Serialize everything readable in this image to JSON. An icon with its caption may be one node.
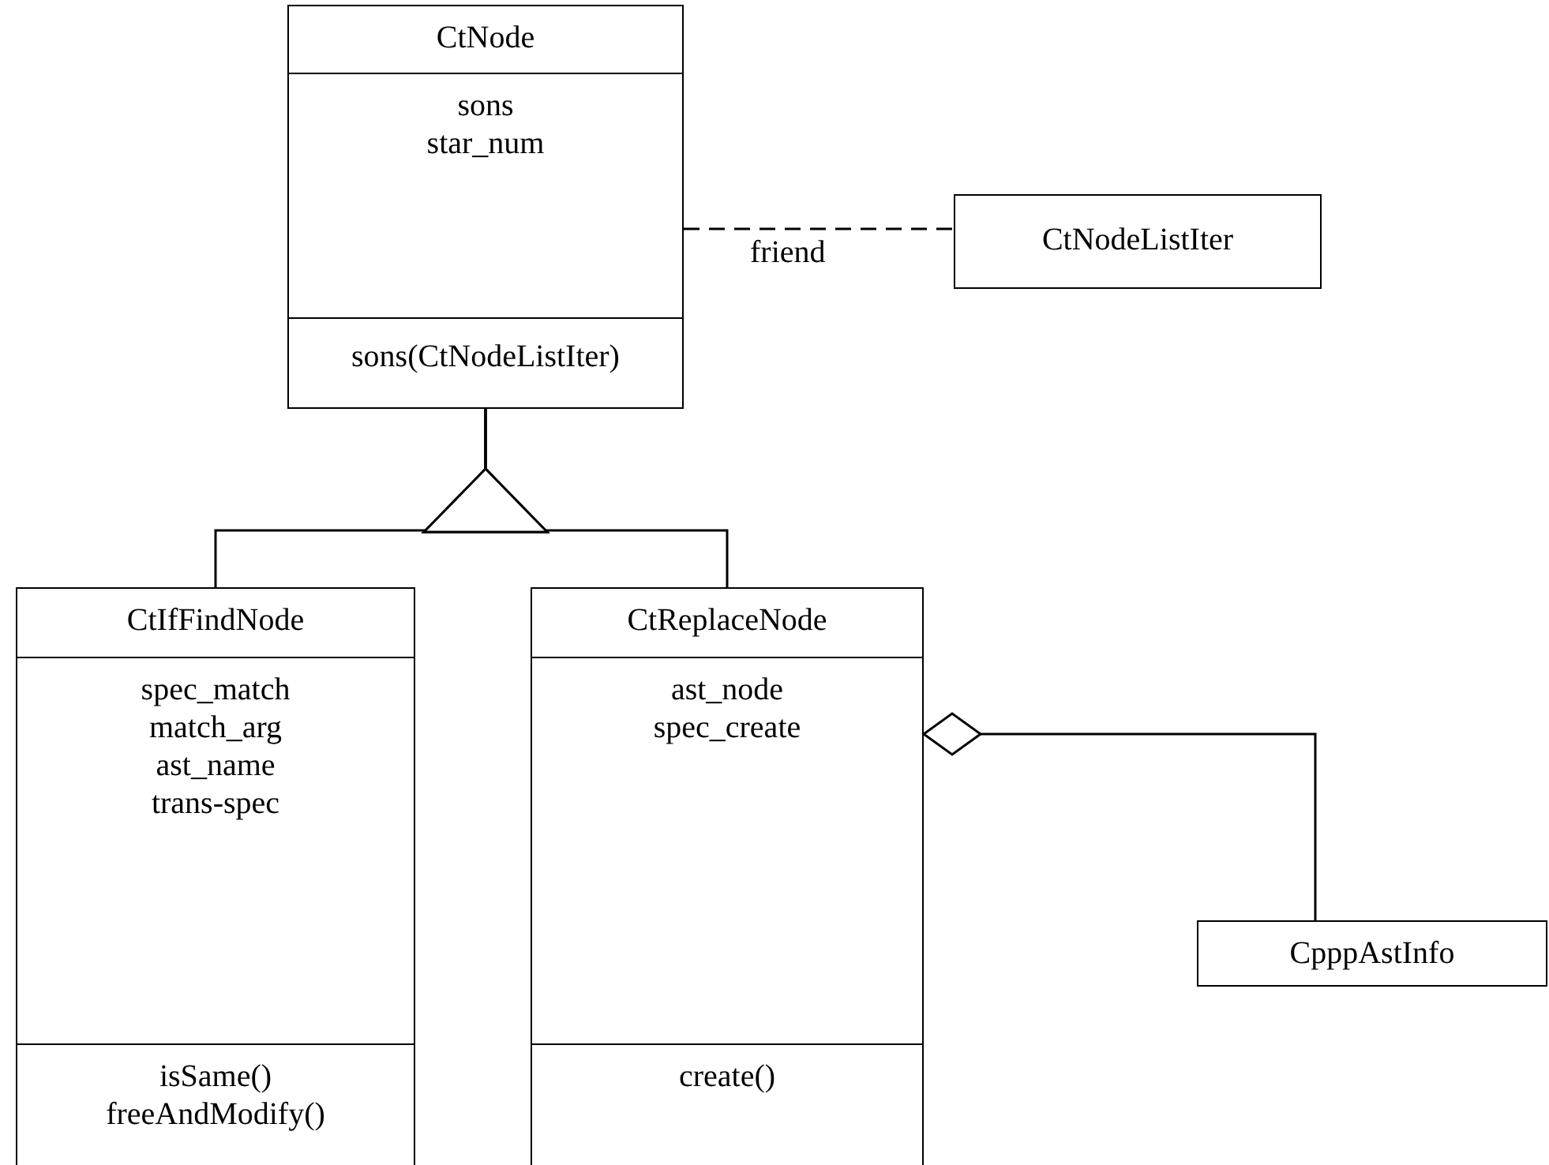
{
  "diagram": {
    "nodes": [
      {
        "text": [],
        "shape": "box"
      },
      {
        "text": [
          "CtNode"
        ],
        "in": 0
      },
      {
        "text": [
          "sons",
          "star_num"
        ],
        "in": 0
      },
      {
        "text": [
          "sons(CtNodeListIter)"
        ],
        "in": 0
      },
      {
        "text": [
          "CtNodeListIter"
        ]
      },
      {
        "text": [],
        "shape": "box"
      },
      {
        "text": [
          "CtIfFindNode"
        ],
        "in": 5
      },
      {
        "text": [
          "spec_match",
          "match_arg",
          "ast_name",
          "trans-spec"
        ],
        "in": 5
      },
      {
        "text": [
          "isSame()",
          "freeAndModify()"
        ],
        "in": 5
      },
      {
        "text": [],
        "shape": "box"
      },
      {
        "text": [
          "CtReplaceNode"
        ],
        "in": 9
      },
      {
        "text": [
          "ast_node",
          "spec_create"
        ],
        "in": 9
      },
      {
        "text": [
          "create()"
        ],
        "in": 9
      },
      {
        "text": [
          "CpppAstInfo"
        ]
      }
    ],
    "edges": [
      {
        "from": 0,
        "to": 4,
        "arrow": "none",
        "style": "dashed",
        "label": "friend"
      },
      {
        "from": 5,
        "to": 0,
        "arrow": "to"
      },
      {
        "from": 9,
        "to": 0,
        "arrow": "to"
      },
      {
        "from": 13,
        "to": 9,
        "arrow": "other"
      }
    ]
  }
}
